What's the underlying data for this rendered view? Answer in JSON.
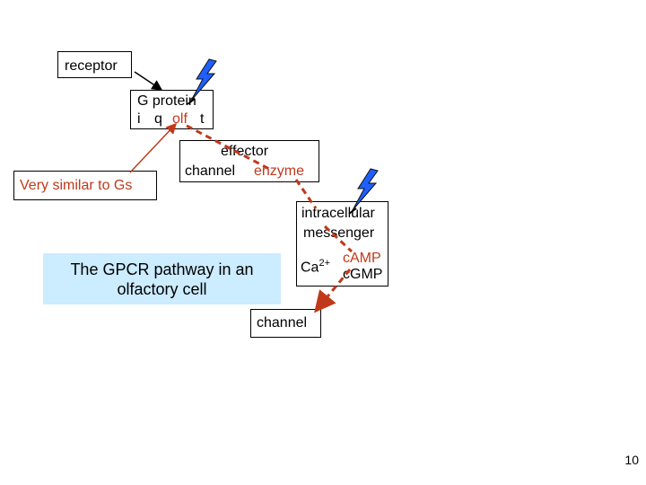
{
  "receptor": "receptor",
  "g_protein": {
    "title": "G protein",
    "subunits": [
      "i",
      "q",
      "olf",
      "t"
    ]
  },
  "similar_note": "Very similar to Gs",
  "effector": {
    "title": "effector",
    "channel": "channel",
    "enzyme": "enzyme"
  },
  "messenger": {
    "line1": "intracellular",
    "line2": "messenger",
    "ca_base": "Ca",
    "ca_sup": "2+",
    "camp": "cAMP",
    "cgmp": "cGMP"
  },
  "channel_out": "channel",
  "caption": {
    "line1": "The GPCR pathway in an",
    "line2": "olfactory cell"
  },
  "page_number": "10",
  "colors": {
    "accent": "#c0391b",
    "caption_bg": "#ccecff",
    "bolt_fill": "#1f5fff"
  },
  "icons": [
    "lightning-bolt-icon",
    "lightning-bolt-icon"
  ]
}
